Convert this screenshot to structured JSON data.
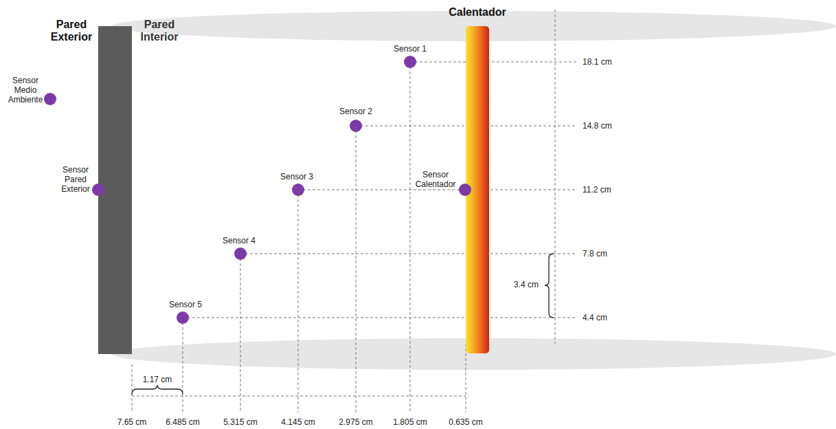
{
  "diagram": {
    "nodes": [
      {
        "text": [
          "Pared Exterior",
          "Pared Interior"
        ]
      },
      {
        "text": [
          "Calentador"
        ]
      },
      {
        "text": [
          "Sensor 1"
        ]
      },
      {
        "text": [
          "Sensor Medio Ambiente"
        ]
      },
      {
        "text": [
          "Sensor 2"
        ]
      },
      {
        "text": [
          "Sensor Pared Exterior"
        ]
      },
      {
        "text": [
          "Sensor 3"
        ]
      },
      {
        "text": [
          "Sensor Calentador"
        ]
      },
      {
        "text": [
          "Sensor 4"
        ]
      },
      {
        "text": [
          "Sensor 5"
        ]
      }
    ],
    "labels": [
      "18.1 cm",
      "14.8 cm",
      "11.2 cm",
      "7.8 cm",
      "3.4 cm",
      "4.4 cm",
      "1.17 cm",
      "7.65 cm",
      "6.485 cm",
      "5.315 cm",
      "4.145 cm",
      "2.975 cm",
      "1.805 cm",
      "0.635 cm"
    ]
  }
}
